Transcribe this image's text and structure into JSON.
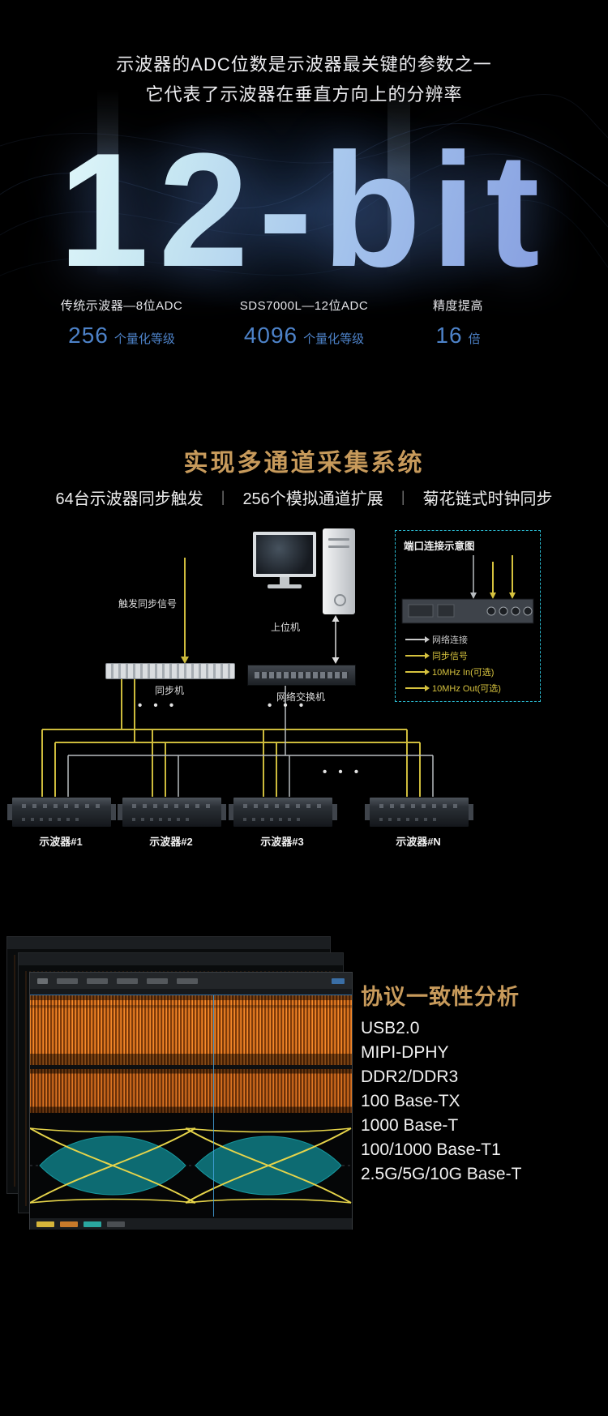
{
  "hero": {
    "line1": "示波器的ADC位数是示波器最关键的参数之一",
    "line2": "它代表了示波器在垂直方向上的分辨率",
    "big_text": "12-bit",
    "accent_color": "#4d82c8",
    "stats": [
      {
        "label": "传统示波器—8位ADC",
        "value": "256",
        "unit": "个量化等级"
      },
      {
        "label": "SDS7000L—12位ADC",
        "value": "4096",
        "unit": "个量化等级"
      },
      {
        "label": "精度提高",
        "value": "16",
        "unit": "倍"
      }
    ]
  },
  "multichannel": {
    "title": "实现多通道采集系统",
    "title_color": "#c79a5b",
    "separator": "|",
    "features": [
      "64台示波器同步触发",
      "256个模拟通道扩展",
      "菊花链式时钟同步"
    ],
    "diagram": {
      "pc_label": "上位机",
      "trigger_signal_label": "触发同步信号",
      "sync_machine_label": "同步机",
      "switch_label": "网络交换机",
      "port_box_title": "端口连接示意图",
      "legend": [
        {
          "label": "网络连接",
          "color": "#c9c9c9"
        },
        {
          "label": "同步信号",
          "color": "#d6c23e"
        },
        {
          "label": "10MHz In(可选)",
          "color": "#d6c23e"
        },
        {
          "label": "10MHz Out(可选)",
          "color": "#d6c23e"
        }
      ],
      "ellipsis": "• • •",
      "scopes": [
        "示波器#1",
        "示波器#2",
        "示波器#3",
        "示波器#N"
      ],
      "sync_line_color": "#cdbb3c",
      "network_line_color": "#b9bdc1"
    }
  },
  "protocol": {
    "title": "协议一致性分析",
    "title_color": "#c79a5b",
    "items": [
      "USB2.0",
      "MIPI-DPHY",
      "DDR2/DDR3",
      "100 Base-TX",
      "1000 Base-T",
      "100/1000 Base-T1",
      "2.5G/5G/10G Base-T"
    ]
  }
}
